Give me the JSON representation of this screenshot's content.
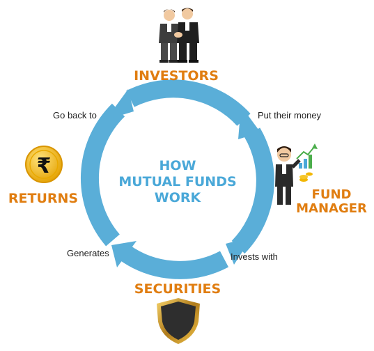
{
  "diagram": {
    "title_lines": [
      "HOW",
      "MUTUAL FUNDS",
      "WORK"
    ],
    "nodes": {
      "investors": "INVESTORS",
      "fund_manager_line1": "FUND",
      "fund_manager_line2": "MANAGER",
      "securities": "SECURITIES",
      "returns": "RETURNS"
    },
    "edges": {
      "put_money": "Put their money",
      "invests_with": "Invests with",
      "generates": "Generates",
      "go_back": "Go back to"
    },
    "coin_symbol": "₹"
  },
  "colors": {
    "ring": "#5aaed8",
    "label": "#e07d10",
    "title": "#4aa8d8",
    "coin": "#f2b705",
    "shield": "#3a3a3a"
  }
}
